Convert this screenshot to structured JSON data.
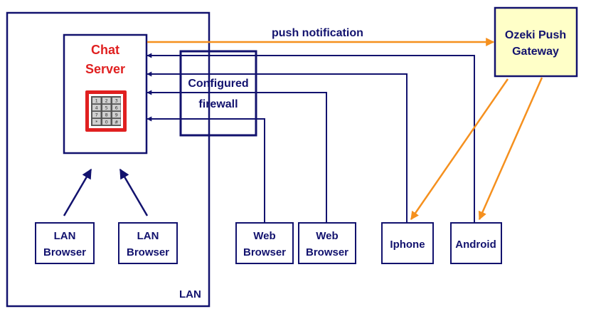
{
  "colors": {
    "navy": "#12126e",
    "orange": "#f5901e",
    "red": "#e02020",
    "gateway_fill": "#ffffc8",
    "text": "#12126e"
  },
  "lan": {
    "label": "LAN"
  },
  "chat_server": {
    "line1": "Chat",
    "line2": "Server",
    "keypad_icon": "keypad-icon",
    "keypad_keys": [
      "1",
      "2",
      "3",
      "4",
      "5",
      "6",
      "7",
      "8",
      "9",
      "*",
      "0",
      "#"
    ]
  },
  "firewall": {
    "line1": "Configured",
    "line2": "firewall"
  },
  "gateway": {
    "line1": "Ozeki Push",
    "line2": "Gateway"
  },
  "push": {
    "label": "push notification"
  },
  "clients": {
    "lan_browser_1": {
      "line1": "LAN",
      "line2": "Browser"
    },
    "lan_browser_2": {
      "line1": "LAN",
      "line2": "Browser"
    },
    "web_browser_1": {
      "line1": "Web",
      "line2": "Browser"
    },
    "web_browser_2": {
      "line1": "Web",
      "line2": "Browser"
    },
    "iphone": {
      "label": "Iphone"
    },
    "android": {
      "label": "Android"
    }
  }
}
